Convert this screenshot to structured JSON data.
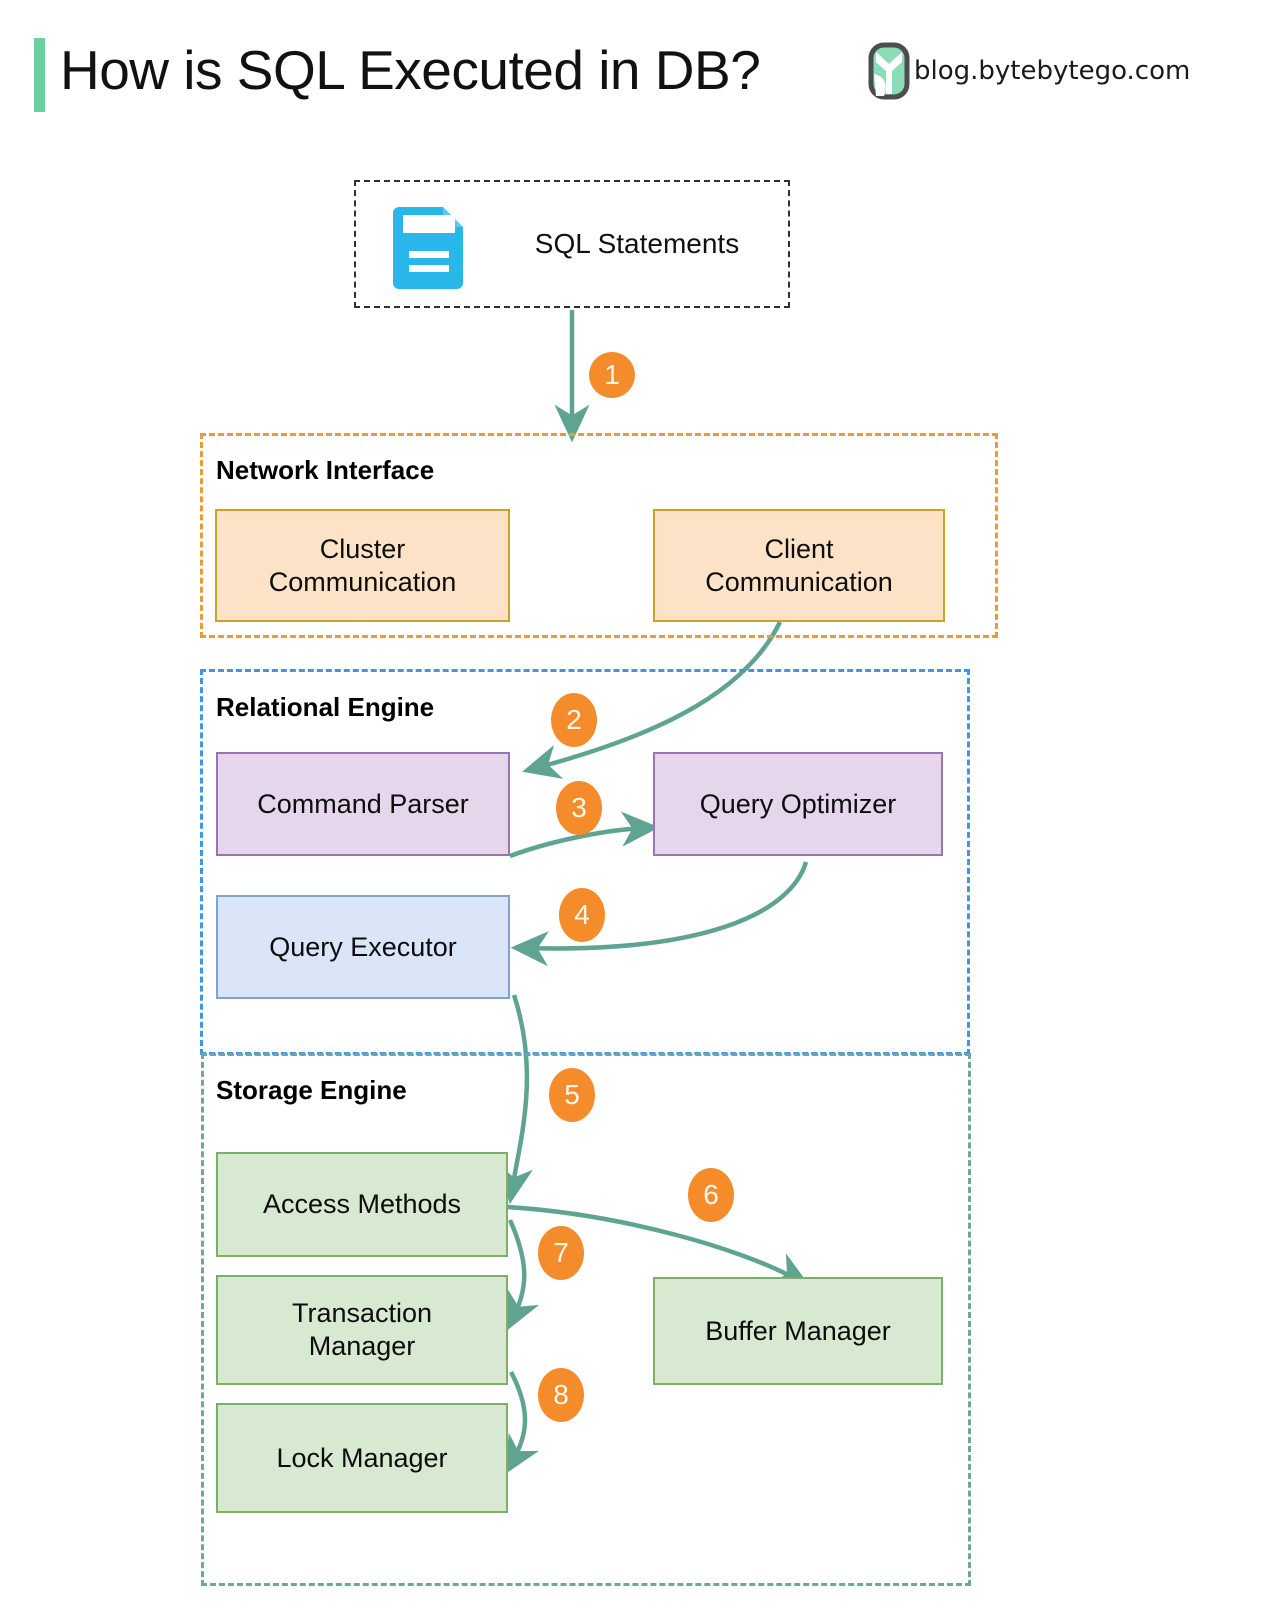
{
  "header": {
    "title": "How is SQL Executed in DB?",
    "brand": "blog.bytebytego.com",
    "accent_color": "#6ECFA0",
    "logo_icon": "bytebytego-logo-icon"
  },
  "source": {
    "label": "SQL Statements",
    "icon": "document-icon",
    "icon_color": "#29B6E8"
  },
  "groups": [
    {
      "id": "network-interface",
      "title": "Network Interface",
      "border_color": "#E89A3C",
      "nodes": [
        {
          "id": "cluster-communication",
          "label": "Cluster\nCommunication",
          "line1": "Cluster",
          "line2": "Communication",
          "fill": "#FCE3C8",
          "stroke": "#C9A227"
        },
        {
          "id": "client-communication",
          "label": "Client\nCommunication",
          "line1": "Client",
          "line2": "Communication",
          "fill": "#FCE3C8",
          "stroke": "#C9A227"
        }
      ]
    },
    {
      "id": "relational-engine",
      "title": "Relational Engine",
      "border_color": "#3D96E8",
      "nodes": [
        {
          "id": "command-parser",
          "label": "Command Parser",
          "fill": "#E6D6EC",
          "stroke": "#9A74AE"
        },
        {
          "id": "query-optimizer",
          "label": "Query Optimizer",
          "fill": "#E6D6EC",
          "stroke": "#9A74AE"
        },
        {
          "id": "query-executor",
          "label": "Query Executor",
          "fill": "#DAE6F7",
          "stroke": "#7FA3CC"
        }
      ]
    },
    {
      "id": "storage-engine",
      "title": "Storage Engine",
      "border_color": "#6FA898",
      "nodes": [
        {
          "id": "access-methods",
          "label": "Access Methods",
          "fill": "#D8E9D2",
          "stroke": "#7FAE6A"
        },
        {
          "id": "transaction-manager",
          "label": "Transaction\nManager",
          "line1": "Transaction",
          "line2": "Manager",
          "fill": "#D8E9D2",
          "stroke": "#7FAE6A"
        },
        {
          "id": "lock-manager",
          "label": "Lock Manager",
          "fill": "#D8E9D2",
          "stroke": "#7FAE6A"
        },
        {
          "id": "buffer-manager",
          "label": "Buffer Manager",
          "fill": "#D8E9D2",
          "stroke": "#7FAE6A"
        }
      ]
    }
  ],
  "steps": [
    {
      "n": "1",
      "from": "sql-statements",
      "to": "network-interface"
    },
    {
      "n": "2",
      "from": "client-communication",
      "to": "command-parser"
    },
    {
      "n": "3",
      "from": "command-parser",
      "to": "query-optimizer"
    },
    {
      "n": "4",
      "from": "query-optimizer",
      "to": "query-executor"
    },
    {
      "n": "5",
      "from": "query-executor",
      "to": "access-methods"
    },
    {
      "n": "6",
      "from": "access-methods",
      "to": "buffer-manager"
    },
    {
      "n": "7",
      "from": "access-methods",
      "to": "transaction-manager"
    },
    {
      "n": "8",
      "from": "transaction-manager",
      "to": "lock-manager"
    }
  ],
  "colors": {
    "badge": "#F58C2C",
    "badge_text": "#FFF6EC",
    "arrow": "#5FA392",
    "background": "#FFFFFF"
  }
}
